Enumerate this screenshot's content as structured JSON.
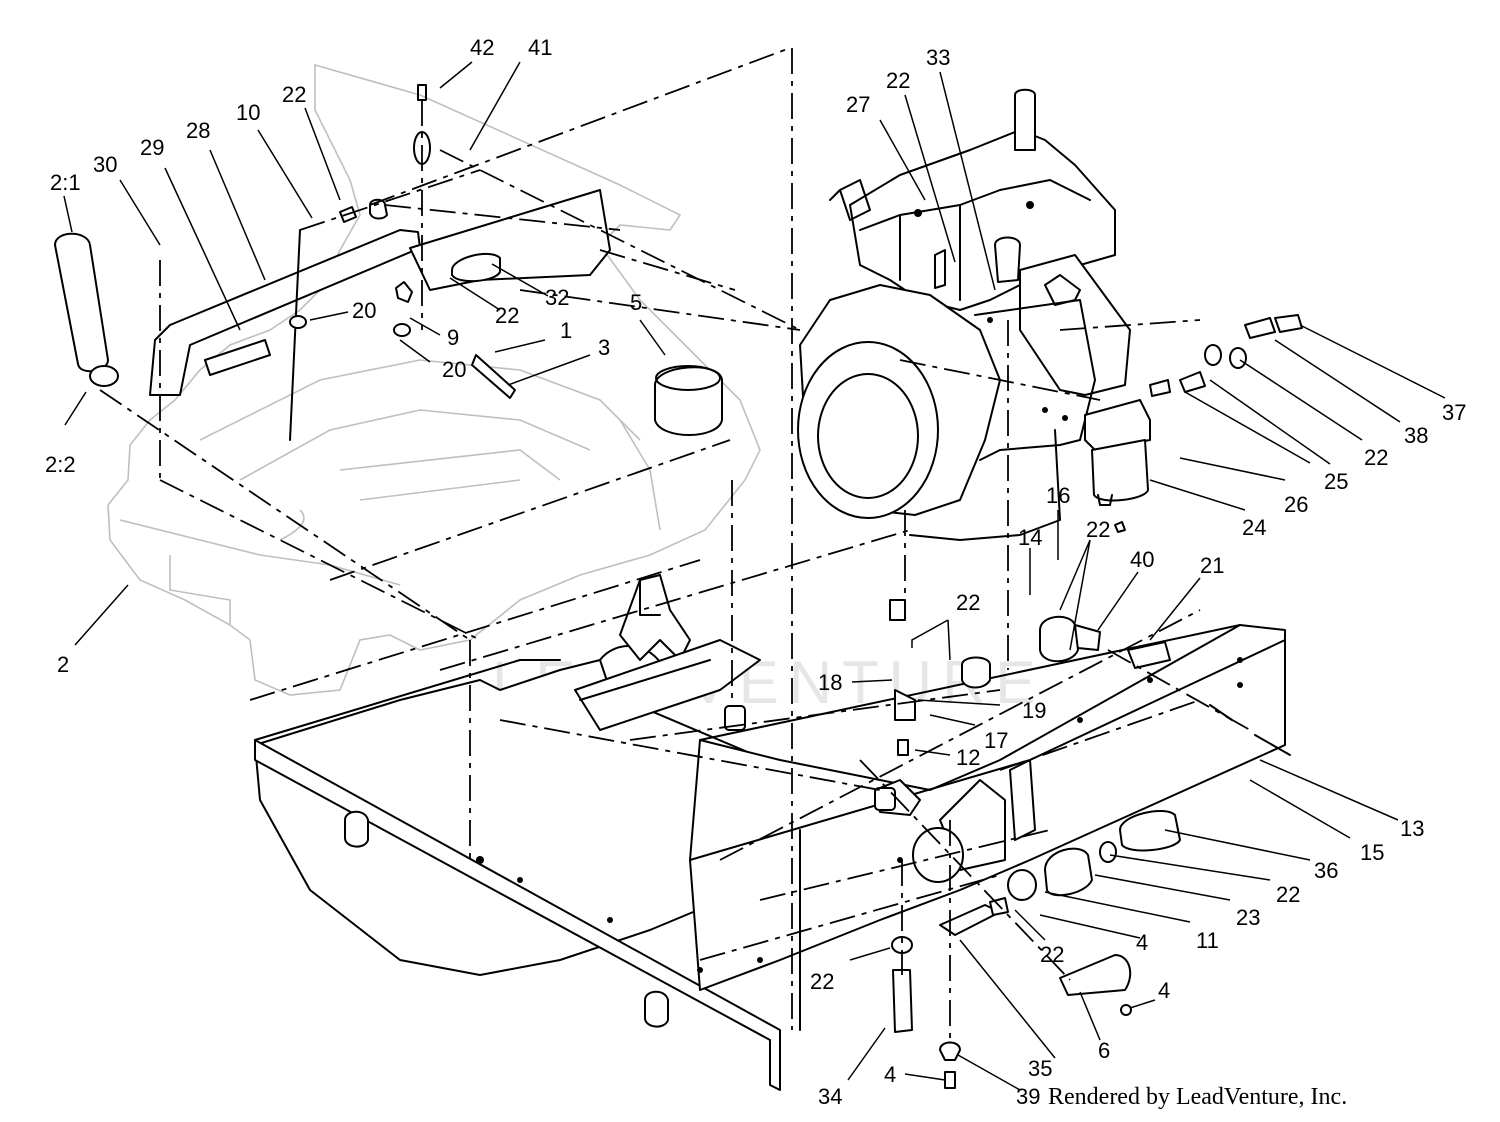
{
  "diagram": {
    "callouts": [
      {
        "id": "c42",
        "text": "42"
      },
      {
        "id": "c41",
        "text": "41"
      },
      {
        "id": "c22a",
        "text": "22"
      },
      {
        "id": "c10",
        "text": "10"
      },
      {
        "id": "c28",
        "text": "28"
      },
      {
        "id": "c29",
        "text": "29"
      },
      {
        "id": "c30",
        "text": "30"
      },
      {
        "id": "c2_1",
        "text": "2:1"
      },
      {
        "id": "c2_2",
        "text": "2:2"
      },
      {
        "id": "c2",
        "text": "2"
      },
      {
        "id": "c20a",
        "text": "20"
      },
      {
        "id": "c20b",
        "text": "20"
      },
      {
        "id": "c9",
        "text": "9"
      },
      {
        "id": "c22b",
        "text": "22"
      },
      {
        "id": "c32",
        "text": "32"
      },
      {
        "id": "c1",
        "text": "1"
      },
      {
        "id": "c3",
        "text": "3"
      },
      {
        "id": "c5",
        "text": "5"
      },
      {
        "id": "c27",
        "text": "27"
      },
      {
        "id": "c22c",
        "text": "22"
      },
      {
        "id": "c33",
        "text": "33"
      },
      {
        "id": "c37",
        "text": "37"
      },
      {
        "id": "c38",
        "text": "38"
      },
      {
        "id": "c22d",
        "text": "22"
      },
      {
        "id": "c25",
        "text": "25"
      },
      {
        "id": "c26",
        "text": "26"
      },
      {
        "id": "c24",
        "text": "24"
      },
      {
        "id": "c16",
        "text": "16"
      },
      {
        "id": "c14",
        "text": "14"
      },
      {
        "id": "c22e",
        "text": "22"
      },
      {
        "id": "c40",
        "text": "40"
      },
      {
        "id": "c21",
        "text": "21"
      },
      {
        "id": "c22f",
        "text": "22"
      },
      {
        "id": "c18",
        "text": "18"
      },
      {
        "id": "c19",
        "text": "19"
      },
      {
        "id": "c17",
        "text": "17"
      },
      {
        "id": "c12",
        "text": "12"
      },
      {
        "id": "c13",
        "text": "13"
      },
      {
        "id": "c15",
        "text": "15"
      },
      {
        "id": "c36",
        "text": "36"
      },
      {
        "id": "c22g",
        "text": "22"
      },
      {
        "id": "c23",
        "text": "23"
      },
      {
        "id": "c11",
        "text": "11"
      },
      {
        "id": "c4a",
        "text": "4"
      },
      {
        "id": "c22h",
        "text": "22"
      },
      {
        "id": "c22i",
        "text": "22"
      },
      {
        "id": "c4b",
        "text": "4"
      },
      {
        "id": "c6",
        "text": "6"
      },
      {
        "id": "c35",
        "text": "35"
      },
      {
        "id": "c34",
        "text": "34"
      },
      {
        "id": "c4c",
        "text": "4"
      },
      {
        "id": "c39",
        "text": "39"
      }
    ]
  },
  "footer": {
    "text": "Rendered by LeadVenture, Inc."
  },
  "watermark": {
    "text": "LEADVENTURE"
  },
  "colors": {
    "ink": "#000000",
    "ghost": "#bfbfbf",
    "watermark": "#e6e6e6",
    "background": "#ffffff"
  }
}
